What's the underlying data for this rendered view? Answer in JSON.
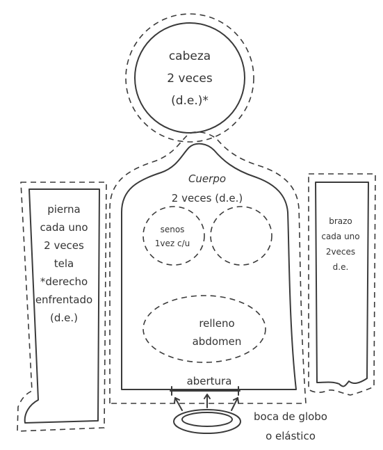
{
  "head": {
    "line1": "cabeza",
    "line2": "2 veces",
    "line3": "(d.e.)*"
  },
  "body_piece": {
    "line1": "Cuerpo",
    "line2": "2 veces (d.e.)",
    "breasts_line1": "senos",
    "breasts_line2": "1vez c/u",
    "filling_line1": "relleno",
    "filling_line2": "abdomen",
    "opening": "abertura"
  },
  "leg": {
    "line1": "pierna",
    "line2": "cada uno",
    "line3": "2 veces",
    "line4": "tela",
    "line5": "*derecho",
    "line6": "enfrentado",
    "line7": "(d.e.)"
  },
  "arm": {
    "line1": "brazo",
    "line2": "cada uno",
    "line3": "2veces",
    "line4": "d.e."
  },
  "balloon": {
    "line1": "boca de globo",
    "line2": "o elástico"
  }
}
